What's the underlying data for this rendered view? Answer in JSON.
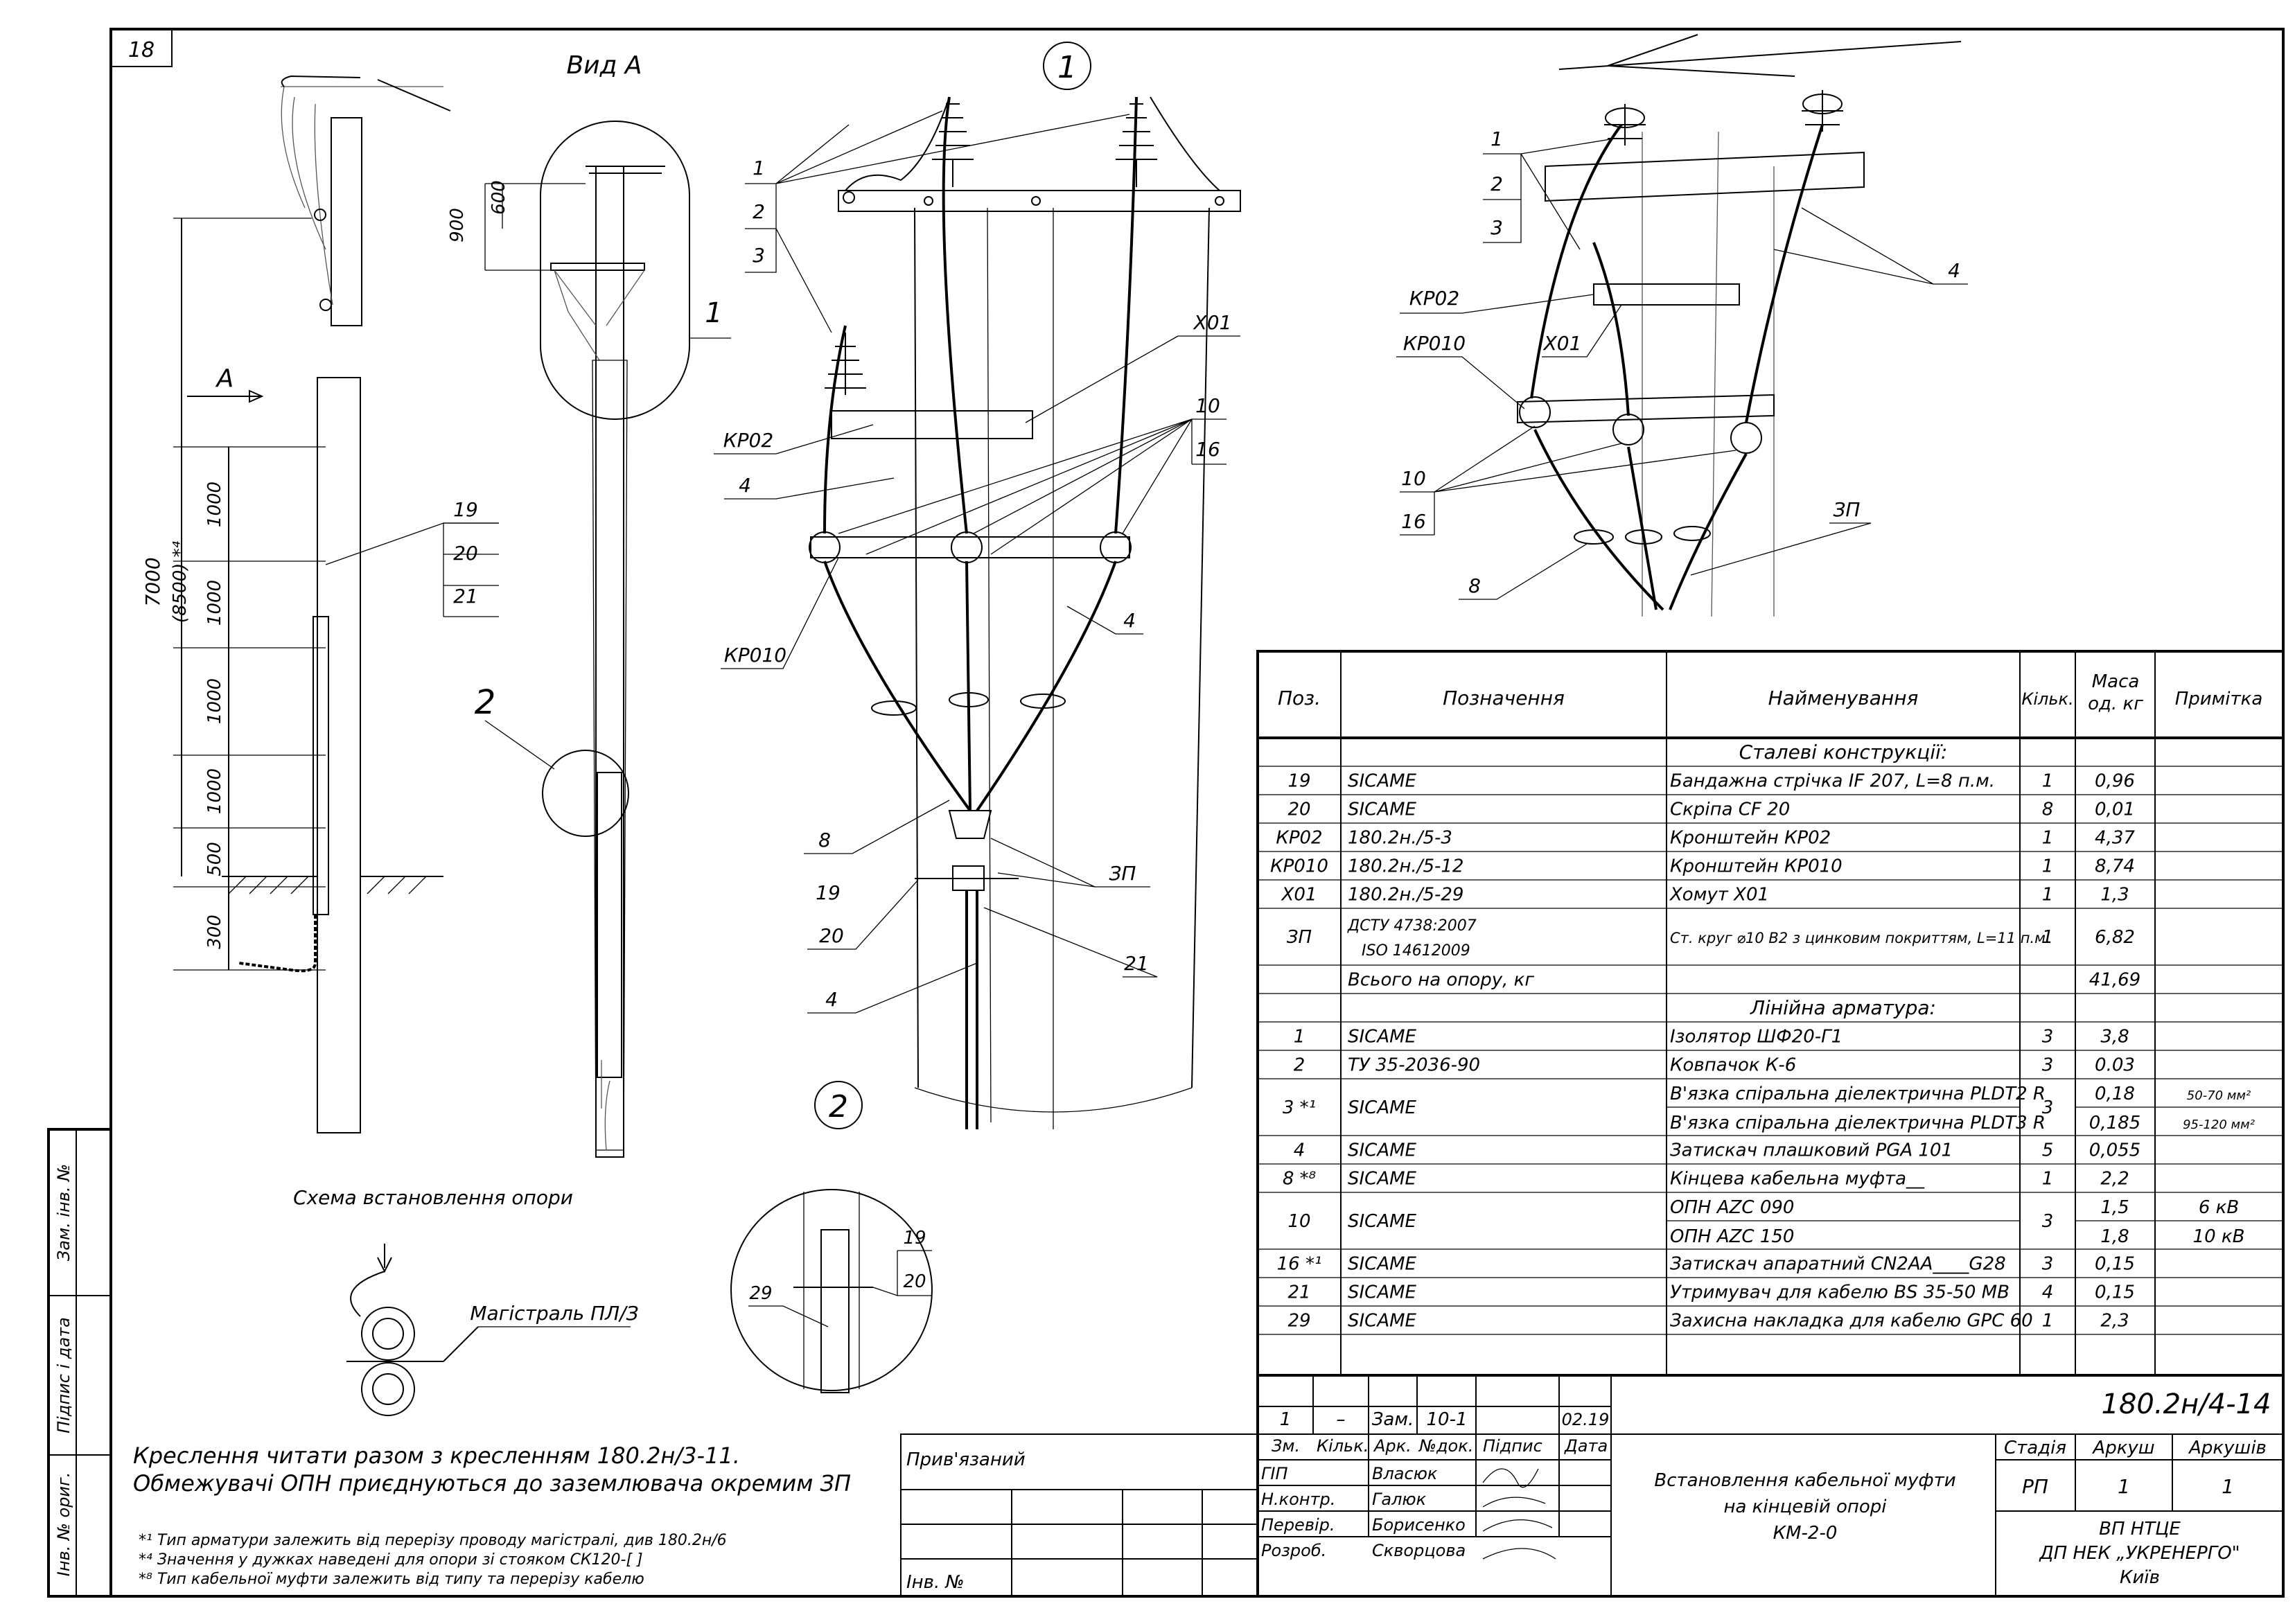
{
  "sheet_no": "18",
  "view_title": "Вид А",
  "view_arrow": "А",
  "callouts": {
    "c1": "1",
    "c2": "2",
    "l1": "1",
    "l2": "2",
    "l3": "3",
    "l4": "4",
    "l8": "8",
    "l10": "10",
    "l16": "16",
    "l19": "19",
    "l20": "20",
    "l21": "21",
    "l29": "29",
    "kro2": "КР02",
    "kro10": "КР010",
    "x01": "Х01",
    "zp": "ЗП"
  },
  "dimensions": {
    "d900": "900",
    "d600": "600",
    "d7000": "7000",
    "d8500": "(8500) *⁴",
    "d1000a": "1000",
    "d1000b": "1000",
    "d1000c": "1000",
    "d1000d": "1000",
    "d500": "500",
    "d300": "300"
  },
  "scheme": {
    "title": "Схема встановлення опори",
    "line_label": "Магістраль ПЛ/З"
  },
  "notes": {
    "n1": "Креслення читати разом з кресленням 180.2н/3-11.",
    "n2": "Обмежувачі ОПН приєднуються до заземлювача окремим ЗП",
    "f1": "*¹ Тип арматури залежить від перерізу проводу магістралі, див 180.2н/6",
    "f2": "*⁴ Значення у дужках наведені для опори зі стояком СК120-[  ]",
    "f3": "*⁸ Тип кабельної муфти залежить від типу та перерізу кабелю"
  },
  "side_stamp": {
    "zam": "Зам. інв. №",
    "pidpys": "Підпис і дата",
    "inv": "Інв. № ориг."
  },
  "spec": {
    "headers": {
      "pos": "Поз.",
      "des": "Позначення",
      "name": "Найменування",
      "qty": "Кільк.",
      "mass": "Маса од. кг",
      "note": "Примітка"
    },
    "sections": [
      "Сталеві конструкції:",
      "Лінійна арматура:"
    ],
    "rows": [
      {
        "pos": "19",
        "des": "SICAME",
        "name": "Бандажна стрічка IF 207, L=8 п.м.",
        "qty": "1",
        "mass": "0,96",
        "note": ""
      },
      {
        "pos": "20",
        "des": "SICAME",
        "name": "Скріпа CF 20",
        "qty": "8",
        "mass": "0,01",
        "note": ""
      },
      {
        "pos": "КР02",
        "des": "180.2н./5-3",
        "name": "Кронштейн КР02",
        "qty": "1",
        "mass": "4,37",
        "note": ""
      },
      {
        "pos": "КР010",
        "des": "180.2н./5-12",
        "name": "Кронштейн КР010",
        "qty": "1",
        "mass": "8,74",
        "note": ""
      },
      {
        "pos": "Х01",
        "des": "180.2н./5-29",
        "name": "Хомут Х01",
        "qty": "1",
        "mass": "1,3",
        "note": ""
      },
      {
        "pos": "ЗП",
        "des": "ДСТУ 4738:2007",
        "des2": "ISO 14612009",
        "name": "Ст. круг ⌀10 В2 з цинковим покриттям, L=11 п.м.",
        "qty": "1",
        "mass": "6,82",
        "note": ""
      },
      {
        "pos": "",
        "des": "Всього на опору, кг",
        "name": "",
        "qty": "",
        "mass": "41,69",
        "note": ""
      },
      {
        "pos": "1",
        "des": "SICAME",
        "name": "Ізолятор ШФ20-Г1",
        "qty": "3",
        "mass": "3,8",
        "note": ""
      },
      {
        "pos": "2",
        "des": "ТУ 35-2036-90",
        "name": "Ковпачок К-6",
        "qty": "3",
        "mass": "0.03",
        "note": ""
      },
      {
        "pos": "3 *¹",
        "des": "SICAME",
        "name": "В'язка спіральна діелектрична PLDT2 R",
        "name2": "В'язка спіральна діелектрична PLDT3 R",
        "qty": "3",
        "mass": "0,18",
        "mass2": "0,185",
        "note": "50-70 мм²",
        "note2": "95-120 мм²"
      },
      {
        "pos": "4",
        "des": "SICAME",
        "name": "Затискач плашковий PGA 101",
        "qty": "5",
        "mass": "0,055",
        "note": ""
      },
      {
        "pos": "8 *⁸",
        "des": "SICAME",
        "name": "Кінцева кабельна муфта__",
        "qty": "1",
        "mass": "2,2",
        "note": ""
      },
      {
        "pos": "10",
        "des": "SICAME",
        "name": "ОПН AZC 090",
        "name2": "ОПН AZC 150",
        "qty": "3",
        "mass": "1,5",
        "mass2": "1,8",
        "note": "6 кВ",
        "note2": "10 кВ"
      },
      {
        "pos": "16 *¹",
        "des": "SICAME",
        "name": "Затискач апаратний CN2AA____G28",
        "qty": "3",
        "mass": "0,15",
        "note": ""
      },
      {
        "pos": "21",
        "des": "SICAME",
        "name": "Утримувач для кабелю BS 35-50 MB",
        "qty": "4",
        "mass": "0,15",
        "note": ""
      },
      {
        "pos": "29",
        "des": "SICAME",
        "name": "Захисна накладка для кабелю GPC 60",
        "qty": "1",
        "mass": "2,3",
        "note": ""
      }
    ]
  },
  "title_block": {
    "rev": {
      "num": "1",
      "dash": "–",
      "zam": "Зам.",
      "doc": "10-1",
      "date": "02.19"
    },
    "col_heads": {
      "zm": "Зм.",
      "kilk": "Кільк.",
      "ark": "Арк.",
      "ndoc": "№док.",
      "pidpys": "Підпис",
      "data": "Дата"
    },
    "pryv": "Прив'язаний",
    "inv_no": "Інв. №",
    "code": "180.2н/4-14",
    "roles": [
      {
        "role": "ГІП",
        "name": "Власюк"
      },
      {
        "role": "Н.контр.",
        "name": "Галюк"
      },
      {
        "role": "Перевір.",
        "name": "Борисенко"
      },
      {
        "role": "Розроб.",
        "name": "Скворцова"
      }
    ],
    "title_l1": "Встановлення кабельної муфти",
    "title_l2": "на кінцевій опорі",
    "title_l3": "КМ-2-0",
    "stadia_h": "Стадія",
    "arkush_h": "Аркуш",
    "arkushiv_h": "Аркушів",
    "stadia": "РП",
    "arkush": "1",
    "arkushiv": "1",
    "org_l1": "ВП НТЦЕ",
    "org_l2": "ДП НЕК „УКРЕНЕРГО\"",
    "org_l3": "Київ"
  }
}
